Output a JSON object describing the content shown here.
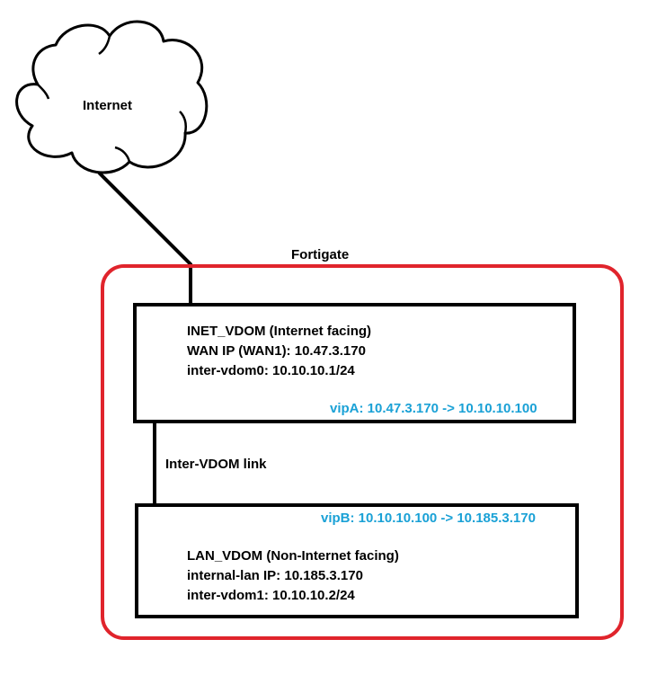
{
  "colors": {
    "fortigate_border": "#e0242c",
    "vip_text": "#1aa1d6",
    "line": "#000000"
  },
  "internet": {
    "label": "Internet"
  },
  "fortigate": {
    "label": "Fortigate"
  },
  "inet_vdom": {
    "title": "INET_VDOM (Internet facing)",
    "wan_ip": "WAN IP (WAN1): 10.47.3.170",
    "inter_vdom": "inter-vdom0: 10.10.10.1/24",
    "vip": "vipA: 10.47.3.170 -> 10.10.10.100"
  },
  "link": {
    "label": "Inter-VDOM link"
  },
  "lan_vdom": {
    "vip": "vipB: 10.10.10.100 -> 10.185.3.170",
    "title": "LAN_VDOM (Non-Internet facing)",
    "internal_ip": "internal-lan IP: 10.185.3.170",
    "inter_vdom": "inter-vdom1: 10.10.10.2/24"
  }
}
